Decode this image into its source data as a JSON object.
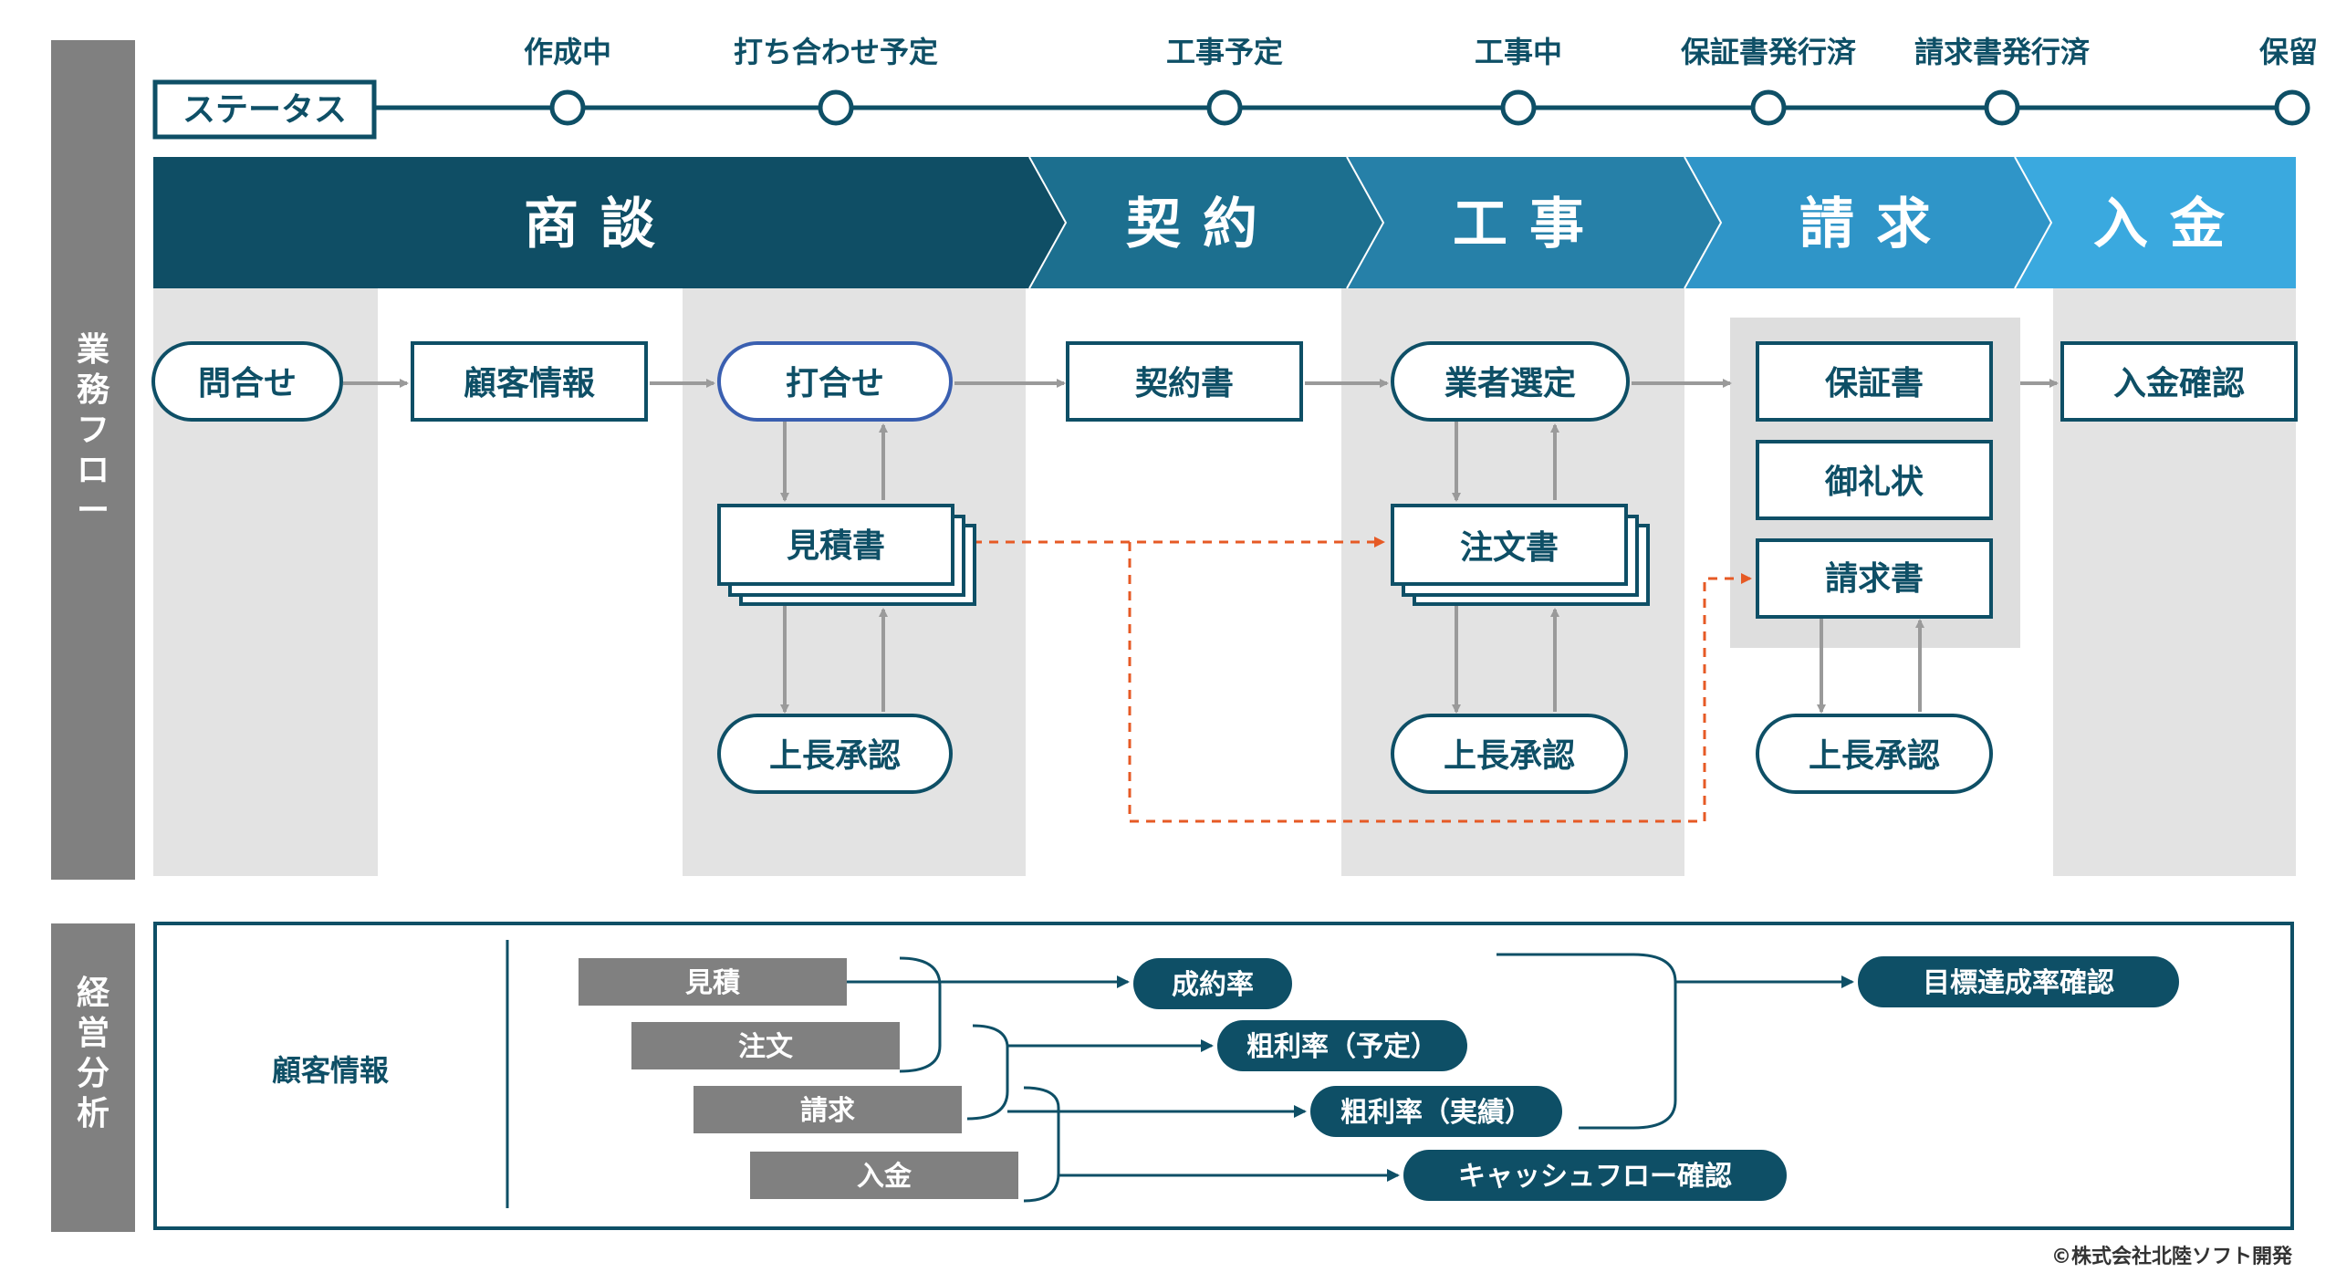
{
  "side_labels": {
    "flow": "業務フロー",
    "analysis": "経営分析"
  },
  "status": {
    "label": "ステータス",
    "steps": [
      "作成中",
      "打ち合わせ予定",
      "工事予定",
      "工事中",
      "保証書発行済",
      "請求書発行済",
      "保留"
    ]
  },
  "phases": [
    "商談",
    "契約",
    "工事",
    "請求",
    "入金"
  ],
  "flow": {
    "inquiry": "問合せ",
    "customer_info": "顧客情報",
    "meeting": "打合せ",
    "estimate": "見積書",
    "approval_1": "上長承認",
    "contract": "契約書",
    "vendor_select": "業者選定",
    "order": "注文書",
    "approval_2": "上長承認",
    "warranty": "保証書",
    "thanks_letter": "御礼状",
    "invoice": "請求書",
    "approval_3": "上長承認",
    "payment_confirm": "入金確認"
  },
  "analysis": {
    "customer_info": "顧客情報",
    "sources": [
      "見積",
      "注文",
      "請求",
      "入金"
    ],
    "metrics": [
      "成約率",
      "粗利率（予定）",
      "粗利率（実績）",
      "キャッシュフロー確認"
    ],
    "goal": "目標達成率確認"
  },
  "copyright": "©株式会社北陸ソフト開発",
  "colors": {
    "dark_teal": "#0e4f66",
    "phase_1": "#0f4e65",
    "phase_2": "#1c6f8f",
    "phase_3": "#2680a8",
    "phase_4": "#2f95c8",
    "phase_5": "#3aa9df",
    "side_bar": "#808080",
    "column_shade": "#e3e3e3",
    "dashed_orange": "#e65a25",
    "arrow_gray": "#9a9a9a",
    "source_gray": "#808080"
  },
  "icons": [
    "arrow-right-icon",
    "arrow-down-icon",
    "arrow-up-icon",
    "status-node-icon"
  ]
}
